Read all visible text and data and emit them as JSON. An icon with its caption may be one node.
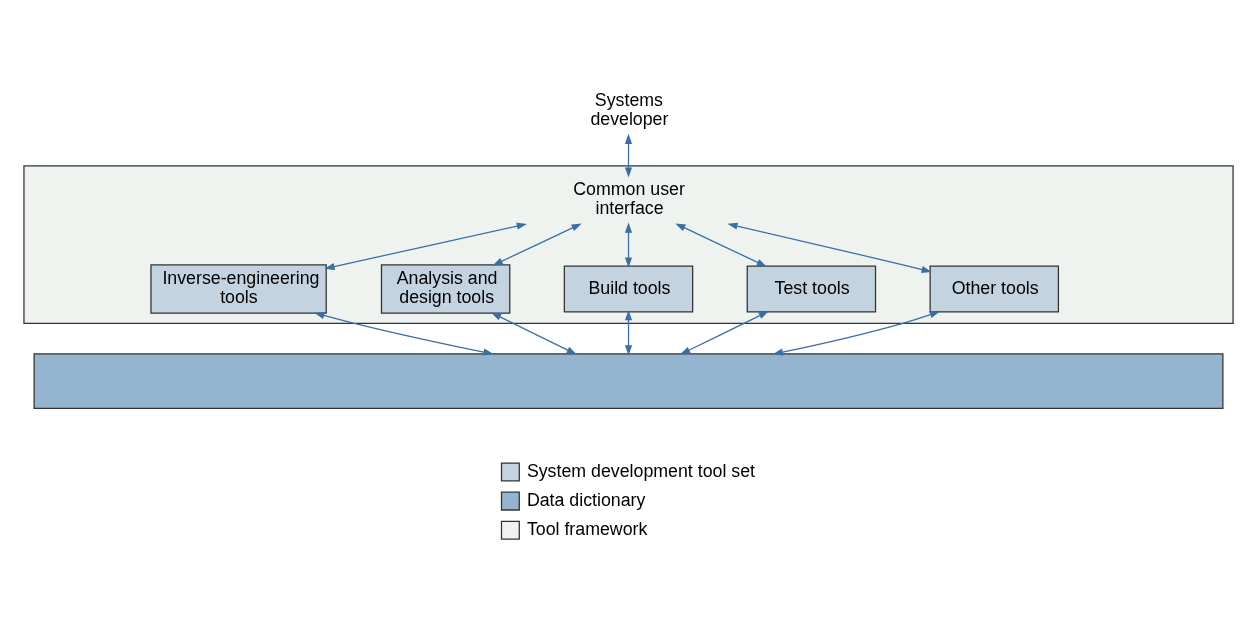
{
  "diagram": {
    "nodes": [
      {
        "text": [
          "Systems developer"
        ]
      },
      {
        "text": [],
        "shape": "box"
      },
      {
        "text": [
          "Common user interface"
        ],
        "in": 1
      },
      {
        "text": [
          "Inverse-engineering tools"
        ],
        "in": 1
      },
      {
        "text": [
          "Analysis and design tools"
        ],
        "in": 1
      },
      {
        "text": [
          "Build tools"
        ],
        "in": 1
      },
      {
        "text": [
          "Test tools"
        ],
        "in": 1
      },
      {
        "text": [
          "Other tools"
        ],
        "in": 1
      },
      {
        "text": [],
        "shape": "bar"
      }
    ],
    "edges": [
      {
        "from": 0,
        "to": 2,
        "arrow": "both"
      },
      {
        "from": 2,
        "to": 3,
        "arrow": "both"
      },
      {
        "from": 2,
        "to": 4,
        "arrow": "both"
      },
      {
        "from": 2,
        "to": 5,
        "arrow": "both"
      },
      {
        "from": 2,
        "to": 6,
        "arrow": "both"
      },
      {
        "from": 2,
        "to": 7,
        "arrow": "both"
      },
      {
        "from": 3,
        "to": 8,
        "arrow": "both"
      },
      {
        "from": 4,
        "to": 8,
        "arrow": "both"
      },
      {
        "from": 5,
        "to": 8,
        "arrow": "both"
      },
      {
        "from": 6,
        "to": 8,
        "arrow": "both"
      },
      {
        "from": 7,
        "to": 8,
        "arrow": "both"
      }
    ],
    "legend": [
      {
        "text": "System development tool set",
        "color": "#c3d3e0"
      },
      {
        "text": "Data dictionary",
        "color": "#94b4d0"
      },
      {
        "text": "Tool framework",
        "color": "#eef3f0"
      }
    ]
  }
}
